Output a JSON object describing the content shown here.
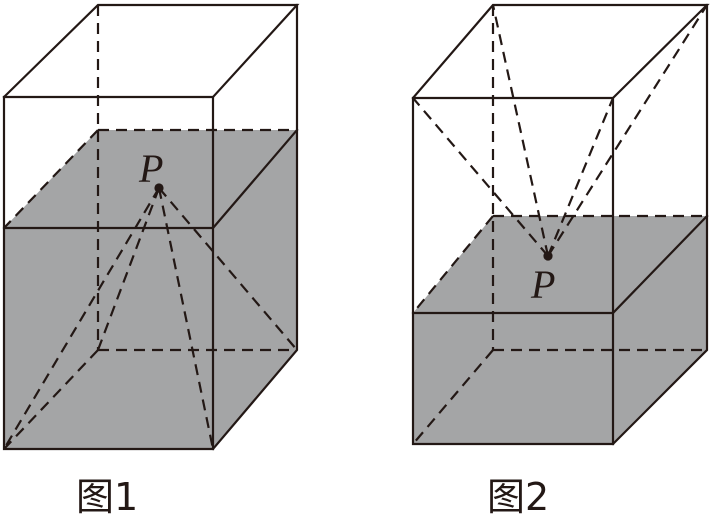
{
  "figures": [
    {
      "caption": "图1",
      "point_label": "P"
    },
    {
      "caption": "图2",
      "point_label": "P"
    }
  ]
}
